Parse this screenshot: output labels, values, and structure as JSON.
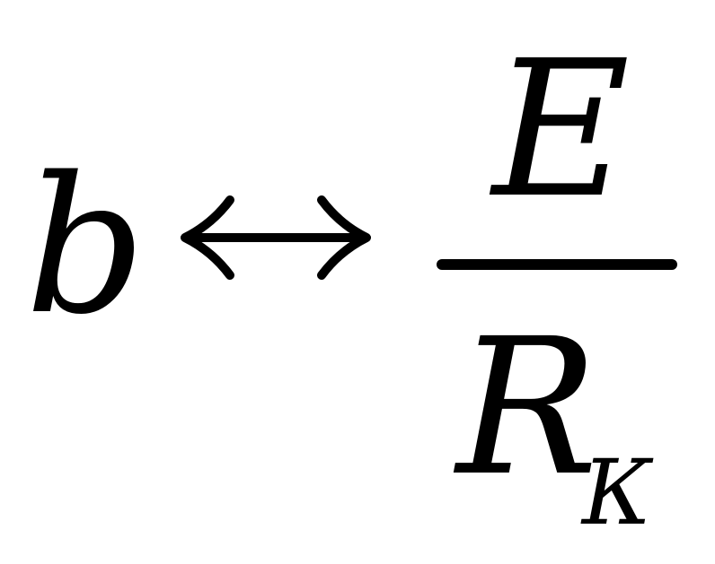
{
  "equation": {
    "left_variable": "b",
    "relation": "↔",
    "numerator": "E",
    "denominator": "R",
    "denominator_subscript": "К"
  },
  "colors": {
    "ink": "#000000",
    "background": "#ffffff"
  }
}
